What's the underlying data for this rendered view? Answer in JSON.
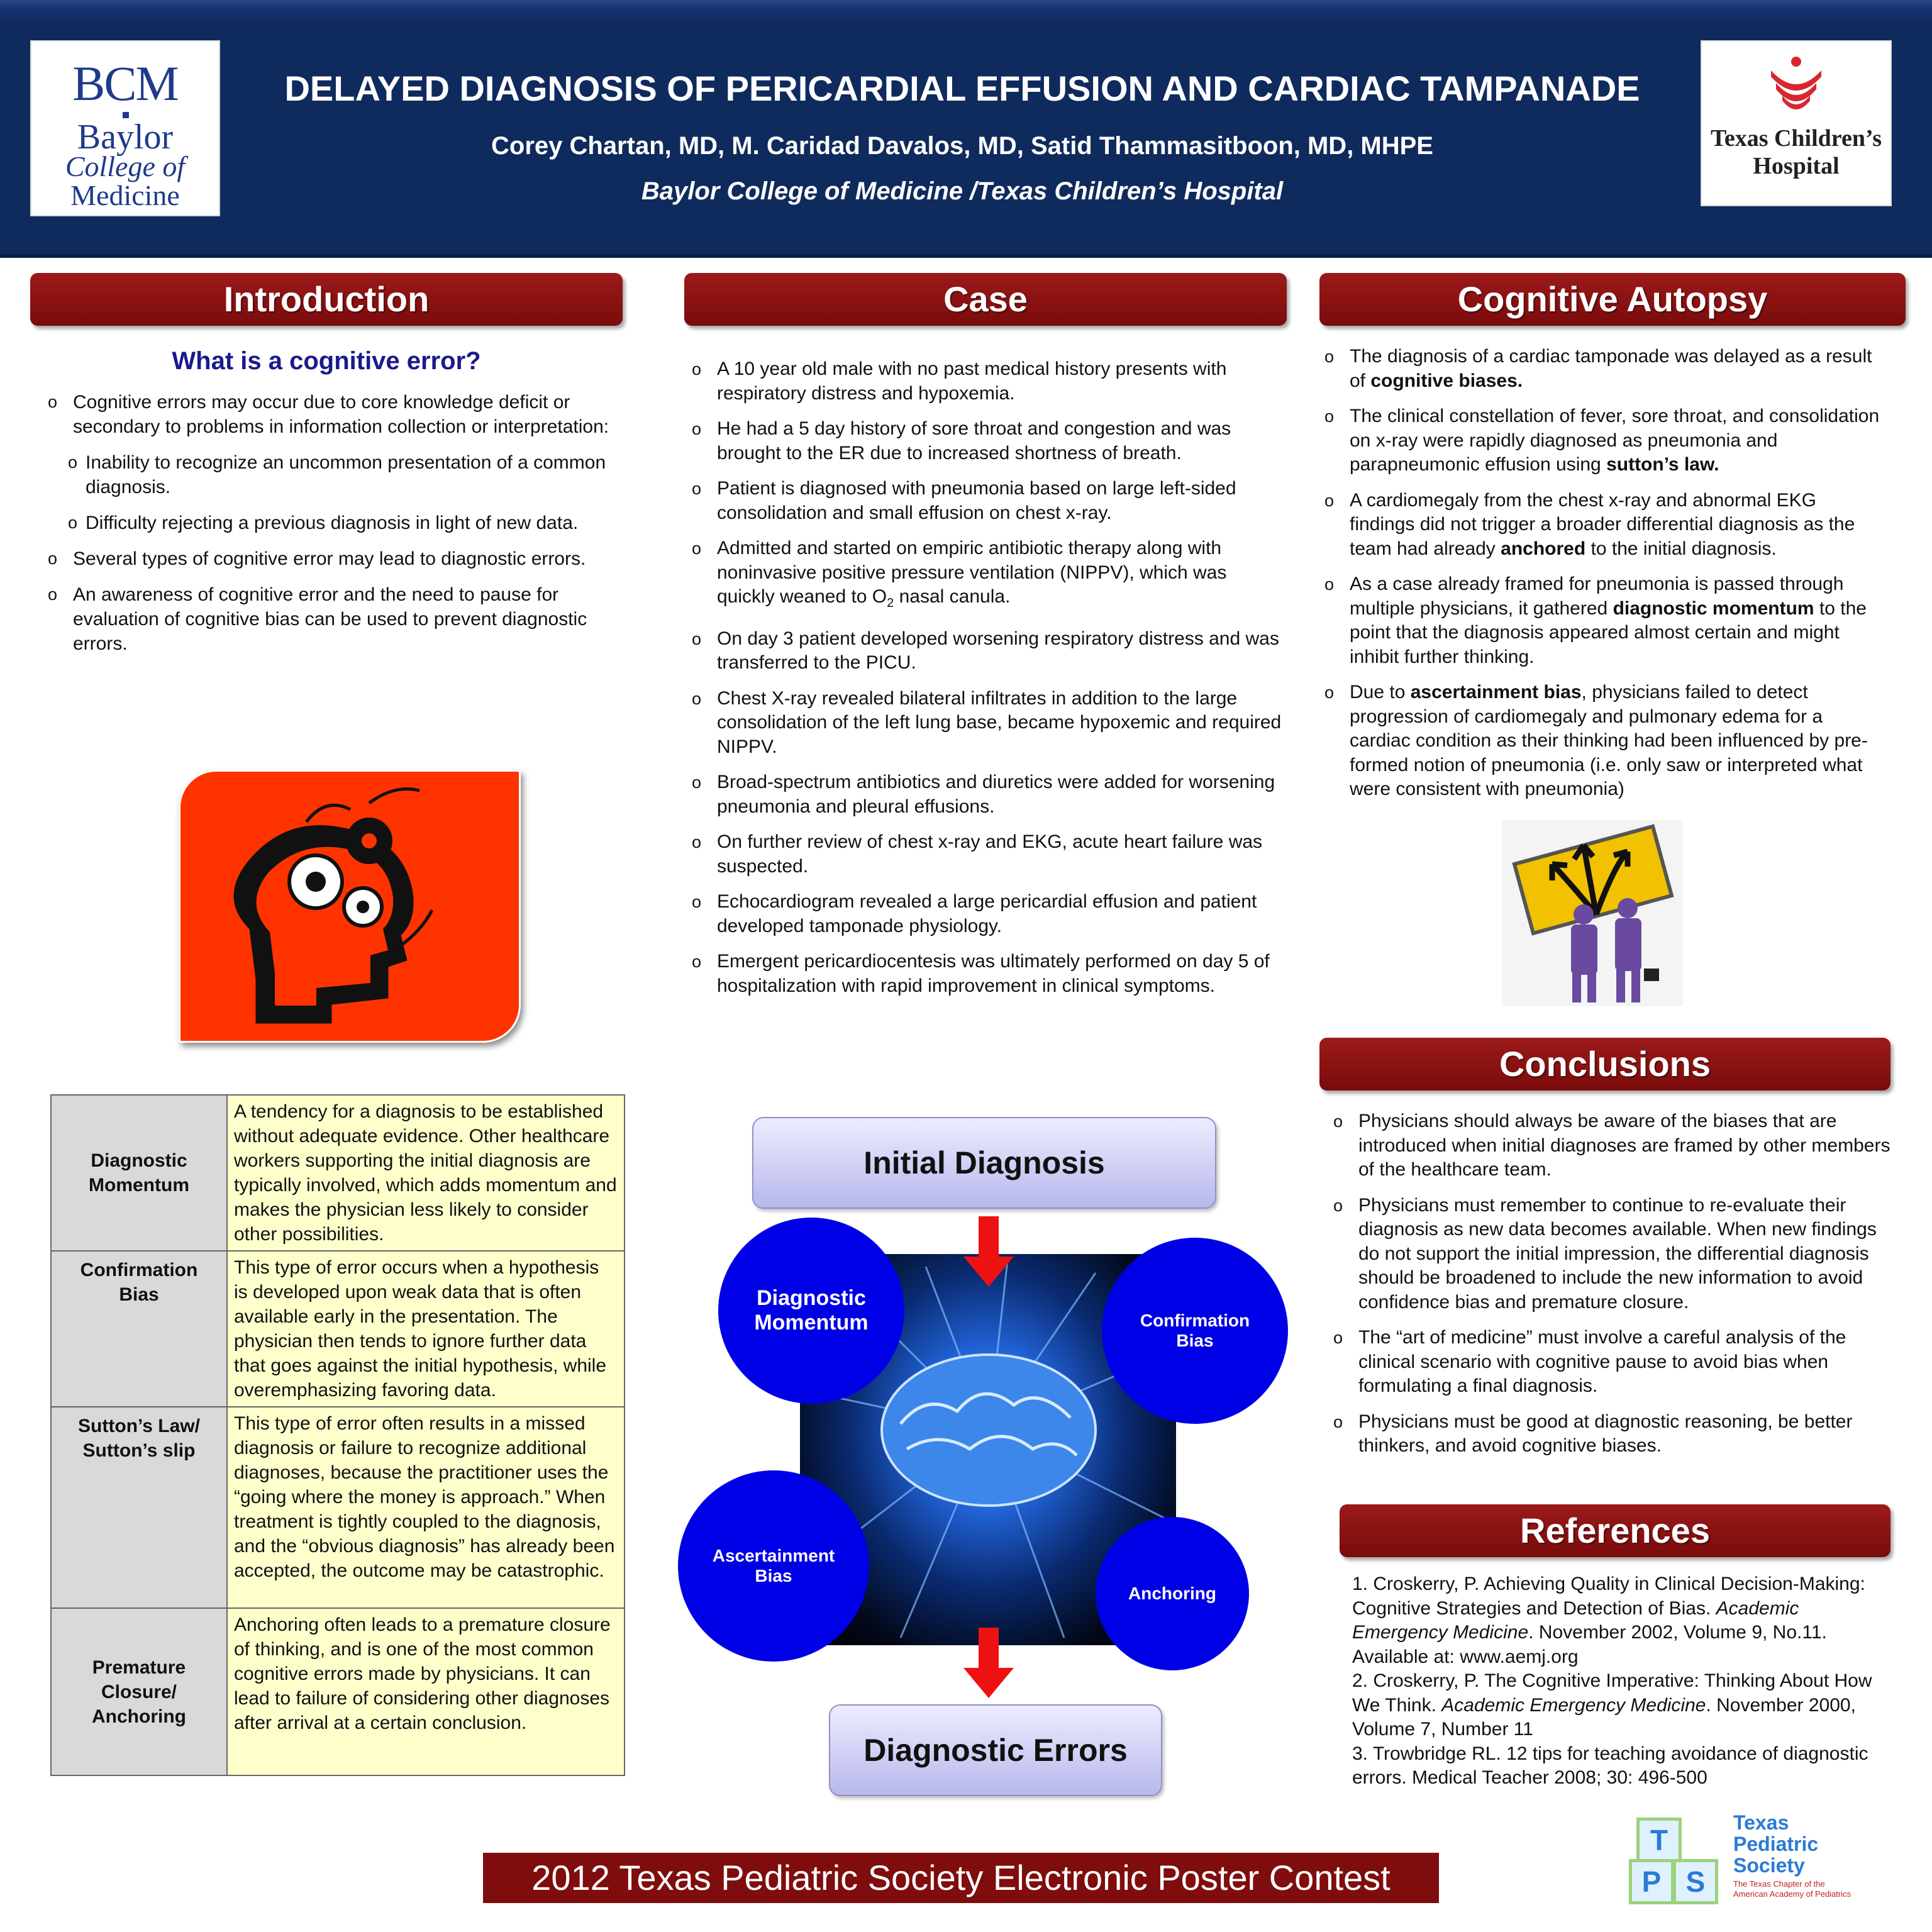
{
  "header": {
    "title": "DELAYED DIAGNOSIS OF PERICARDIAL EFFUSION AND CARDIAC TAMPANADE",
    "authors": "Corey Chartan, MD, M. Caridad  Davalos, MD, Satid Thammasitboon, MD, MHPE",
    "institution": "Baylor College of Medicine /Texas Children’s Hospital",
    "bcm_logo": {
      "mark": "BCM",
      "line1": "Baylor",
      "line2": "College of",
      "line3": "Medicine"
    },
    "tch_logo": {
      "line1": "Texas Children’s",
      "line2": "Hospital"
    }
  },
  "introduction": {
    "heading": "Introduction",
    "subheading": "What is a cognitive error?",
    "bullet1": "Cognitive errors may occur due to core knowledge deficit or secondary to problems in information collection or interpretation:",
    "sub1": "Inability to recognize an uncommon presentation of a common diagnosis.",
    "sub2": "Difficulty rejecting a previous diagnosis in light of new data.",
    "bullet2": "Several types of cognitive error may lead to diagnostic errors.",
    "bullet3": "An awareness of cognitive error and the need to pause for evaluation of cognitive bias can be used to prevent diagnostic errors."
  },
  "table": {
    "rows": [
      {
        "term1": "Diagnostic",
        "term2": "Momentum",
        "desc": "A tendency for a diagnosis to be established without adequate evidence. Other healthcare workers supporting the initial diagnosis are typically involved, which adds momentum and makes the physician less likely to consider other possibilities."
      },
      {
        "term1": "Confirmation",
        "term2": "Bias",
        "desc": "This type of error occurs when a hypothesis is developed upon weak data that is often available early in the presentation.  The physician then tends to ignore further data that goes against the initial hypothesis, while overemphasizing favoring data."
      },
      {
        "term1": "Sutton’s Law/",
        "term2": "Sutton’s slip",
        "desc": "This type of error often results in a missed diagnosis or failure to recognize additional diagnoses, because the practitioner uses the “going where the money is approach.” When treatment is tightly coupled to the diagnosis, and the “obvious diagnosis” has already been accepted, the outcome may be catastrophic."
      },
      {
        "term1": "Premature",
        "term2": "Closure/",
        "term3": "Anchoring",
        "desc": "Anchoring often leads to a premature closure of thinking, and is one of the most common cognitive errors made by physicians.  It can lead to failure of considering other diagnoses after arrival at a certain conclusion."
      }
    ]
  },
  "case": {
    "heading": "Case",
    "items": [
      "A 10 year old male with no past medical history presents with respiratory distress and hypoxemia.",
      "He had a 5 day history of sore throat and congestion and was brought to the ER due to increased shortness of breath.",
      "Patient is diagnosed with pneumonia based on large left-sided consolidation and small effusion on chest x-ray.",
      "Admitted and started on empiric antibiotic therapy along with noninvasive positive pressure ventilation (NIPPV), which was quickly weaned to O",
      "On day 3 patient developed worsening respiratory distress and was transferred to the PICU.",
      "Chest X-ray revealed bilateral infiltrates in addition to the large consolidation of the left lung base, became hypoxemic and required NIPPV.",
      "Broad-spectrum antibiotics and diuretics were added for worsening pneumonia and pleural effusions.",
      "On further review of chest x-ray and EKG, acute heart failure was suspected.",
      "Echocardiogram revealed a large pericardial effusion and patient developed tamponade physiology.",
      "Emergent pericardiocentesis was ultimately performed on day 5 of hospitalization with rapid improvement in clinical symptoms."
    ],
    "item4_sub": "2",
    "item4_tail": " nasal canula."
  },
  "diagram": {
    "top": "Initial Diagnosis",
    "bottom": "Diagnostic Errors",
    "c1": "Diagnostic Momentum",
    "c2": "Confirmation Bias",
    "c3": "Ascertainment Bias",
    "c4": "Anchoring"
  },
  "autopsy": {
    "heading": "Cognitive Autopsy",
    "b1a": "The diagnosis of a cardiac tamponade was delayed as a result of ",
    "b1k": "cognitive biases.",
    "b2a": " The clinical constellation of fever, sore throat, and consolidation on x-ray were rapidly diagnosed as pneumonia and parapneumonic effusion using ",
    "b2k": "sutton’s law.",
    "b3a": "A cardiomegaly from the chest x-ray and abnormal EKG findings did not trigger a broader differential diagnosis as the team had already ",
    "b3k": "anchored",
    "b3b": " to the initial diagnosis.",
    "b4a": "As a case already framed for pneumonia is passed through multiple physicians, it gathered ",
    "b4k": "diagnostic momentum",
    "b4b": " to the point that the diagnosis appeared almost certain and might inhibit further thinking.",
    "b5a": "Due to ",
    "b5k": "ascertainment bias",
    "b5b": ", physicians failed to detect progression of cardiomegaly and pulmonary edema for a cardiac condition as their thinking had been influenced by pre-formed notion of pneumonia (i.e. only saw or interpreted what were consistent with pneumonia)"
  },
  "conclusions": {
    "heading": "Conclusions",
    "items": [
      "Physicians should always be aware of the biases that are introduced when initial diagnoses are framed by other members of the healthcare team.",
      "Physicians must remember to continue to re-evaluate their diagnosis as new data becomes available.  When new findings do not support the initial impression, the differential diagnosis should be broadened to include the new information to avoid confidence bias and premature closure.",
      "The “art of medicine” must involve a careful analysis of the clinical scenario with cognitive pause to avoid bias when formulating a final diagnosis.",
      "Physicians must be good at diagnostic reasoning, be better thinkers, and avoid cognitive biases."
    ]
  },
  "references": {
    "heading": "References",
    "r1a": "1. Croskerry, P. Achieving Quality in Clinical Decision-Making: Cognitive Strategies and Detection of Bias. ",
    "r1i": "Academic Emergency Medicine",
    "r1b": ". November 2002, Volume 9, No.11. Available at: www.aemj.org",
    "r2a": "2. Croskerry, P. The Cognitive Imperative: Thinking About How We Think. ",
    "r2i": "Academic Emergency Medicine",
    "r2b": ". November 2000, Volume 7, Number 11",
    "r3": "3. Trowbridge RL. 12 tips for teaching avoidance of diagnostic errors. Medical Teacher 2008; 30: 496-500"
  },
  "tps_logo": {
    "blocks": [
      "T",
      "P",
      "S"
    ],
    "line1": "Texas",
    "line2": "Pediatric",
    "line3": "Society",
    "tag1": "The Texas Chapter of the",
    "tag2": "American Academy of Pediatrics"
  },
  "footer": "2012 Texas Pediatric Society Electronic Poster Contest",
  "colors": {
    "header_blue": "#0f2a5c",
    "section_red": "#7a0b0b",
    "circle_blue": "#0000e6",
    "table_yellow": "#ffffcc"
  }
}
